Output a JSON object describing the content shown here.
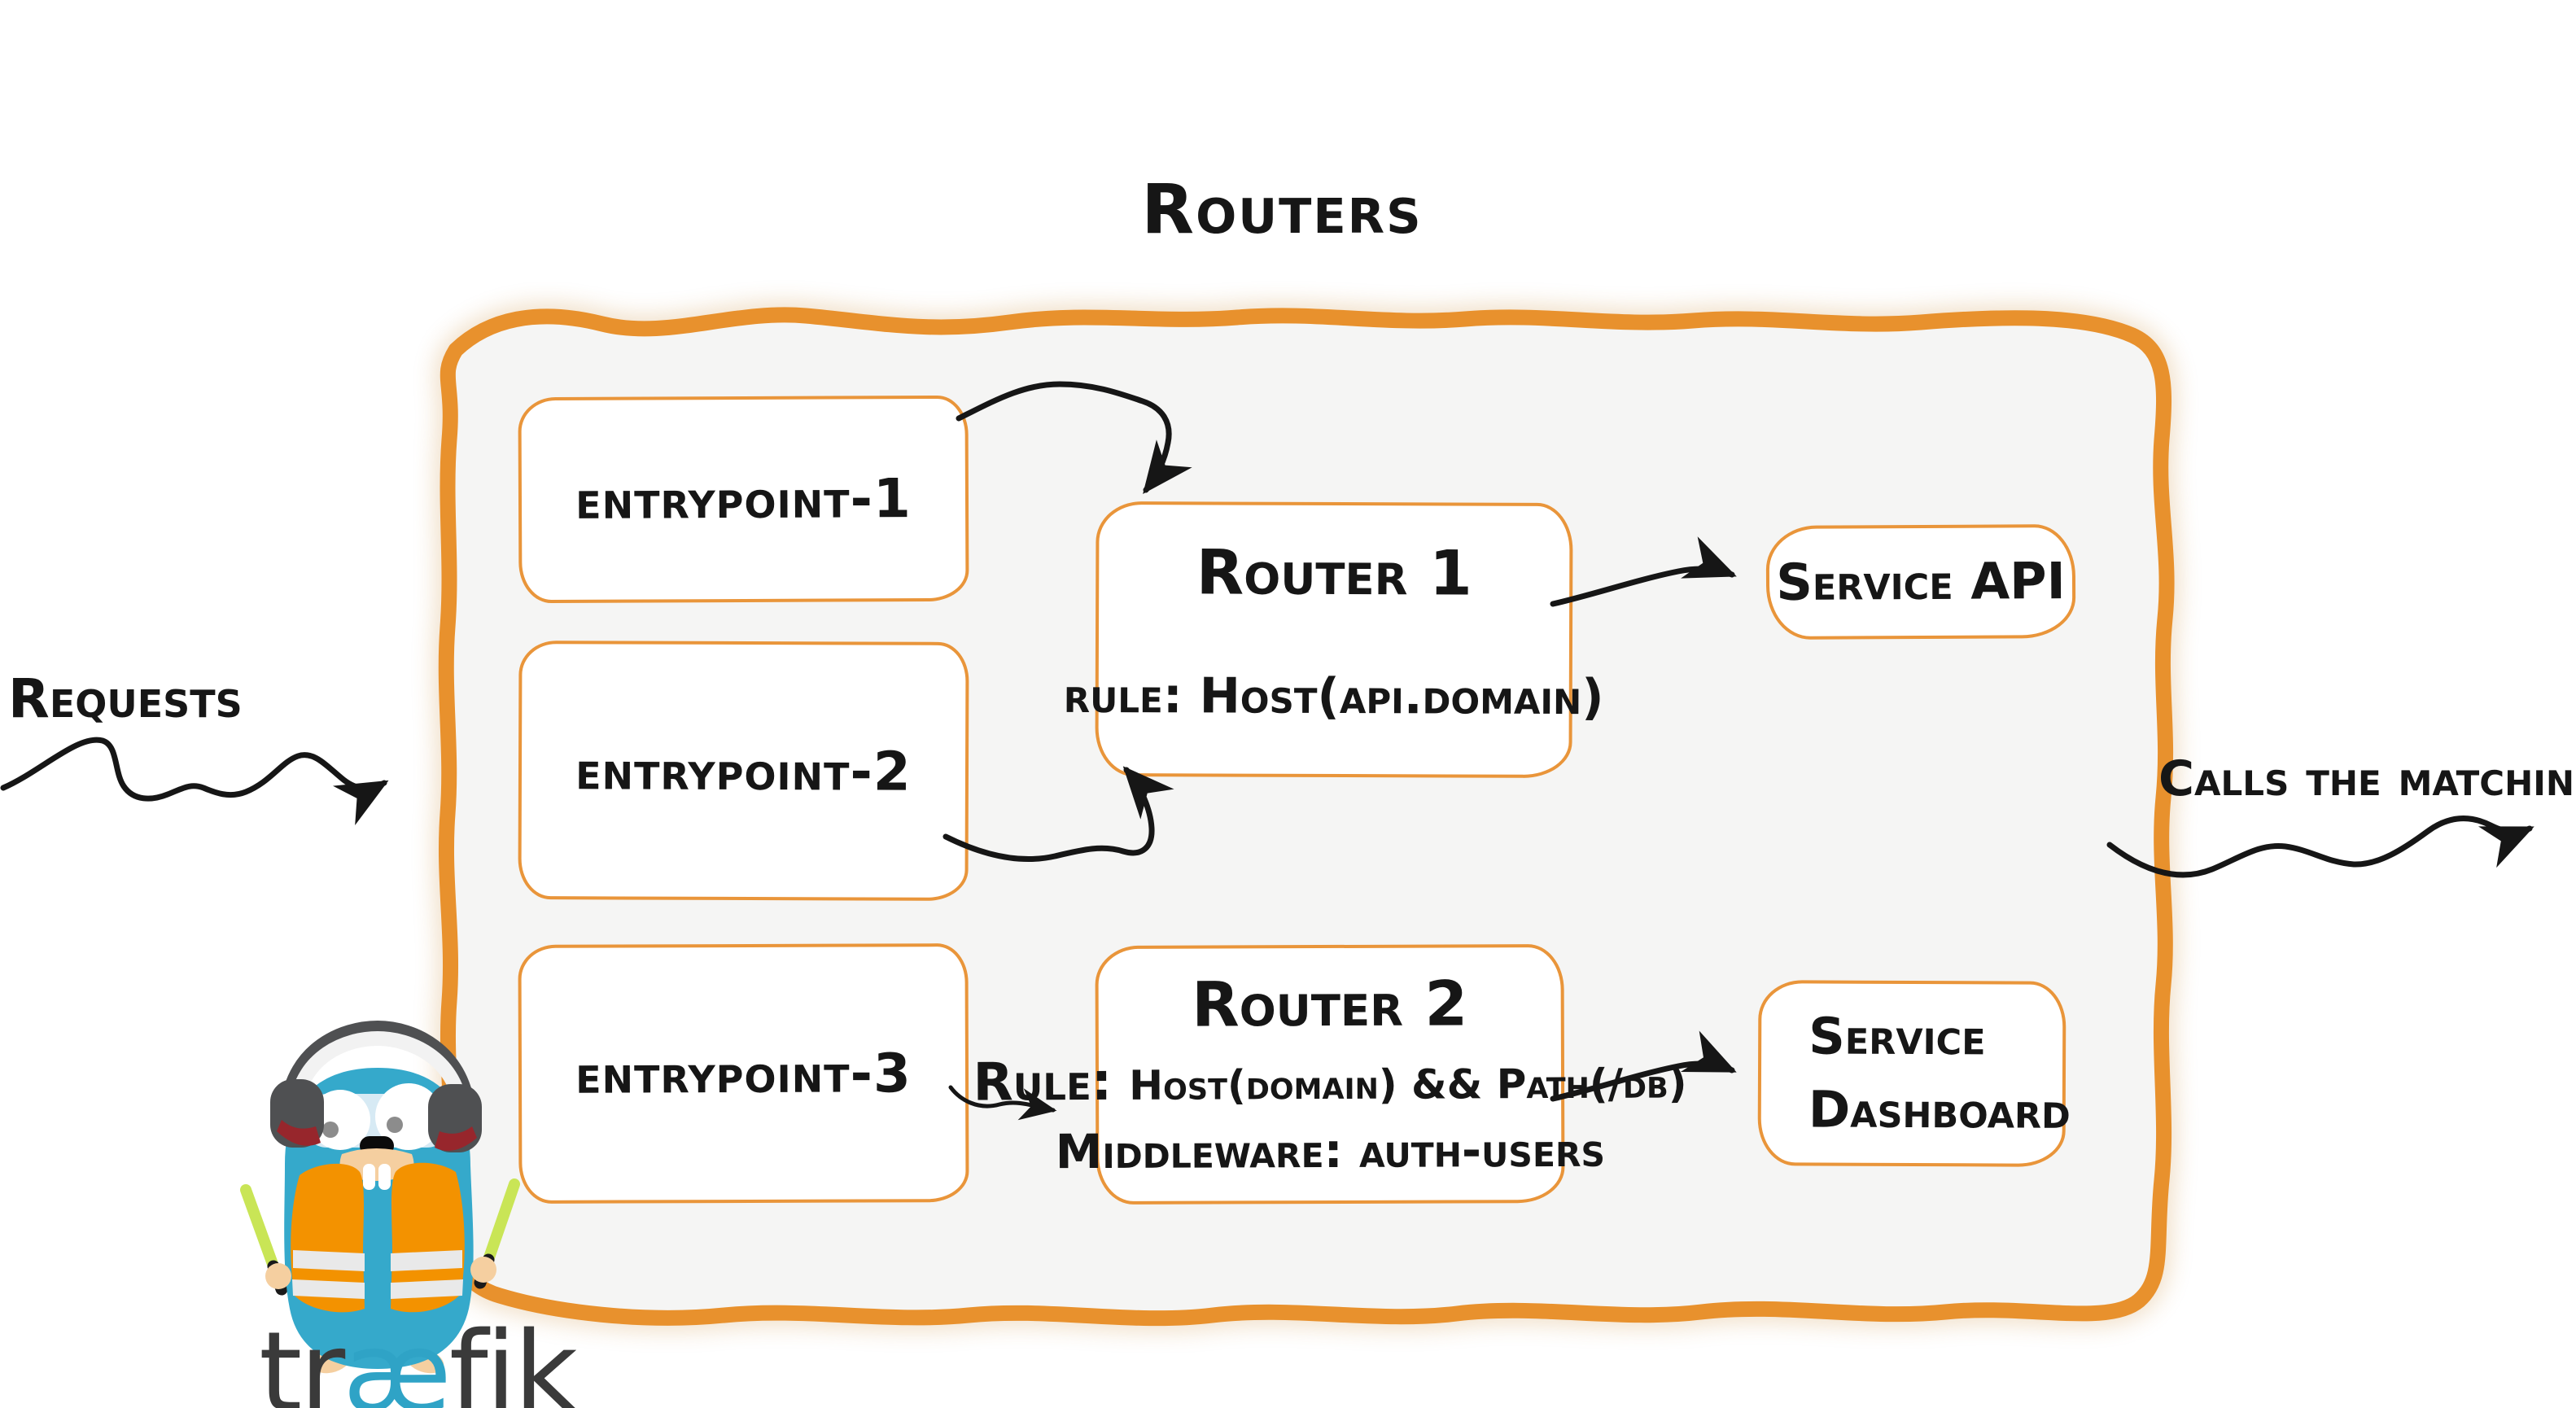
{
  "diagram": {
    "title": "Routers",
    "labels": {
      "requests": "Requests",
      "calls": "Calls the matching server"
    },
    "entrypoints": [
      {
        "label": "entrypoint-1"
      },
      {
        "label": "entrypoint-2"
      },
      {
        "label": "entrypoint-3"
      }
    ],
    "routers": [
      {
        "title": "Router 1",
        "rule": "rule: Host(api.domain)"
      },
      {
        "title": "Router 2",
        "rule_label": "Rule:",
        "rule": "Host(domain) && Path(/db)",
        "middleware": "Middleware: auth-users"
      }
    ],
    "services": [
      {
        "line1": "Service API"
      },
      {
        "line1": "Service",
        "line2": "Dashboard"
      }
    ],
    "logo": {
      "part1": "tr",
      "part2": "æ",
      "part3": "fik"
    },
    "colors": {
      "frame_orange": "#E8912D",
      "box_border": "#E9953A",
      "panel_fill": "#F5F5F4",
      "ink": "#161616",
      "logo_teal": "#2FA3C6",
      "logo_gray": "#3A3A3A",
      "gopher_teal": "#35A9CB",
      "vest_orange": "#F39200",
      "baton_green": "#C9E556",
      "headphone_gray": "#4F5052",
      "maroon": "#97262C",
      "skin_tan": "#F5CFA0",
      "stripe_gray": "#E9E9E9"
    }
  }
}
